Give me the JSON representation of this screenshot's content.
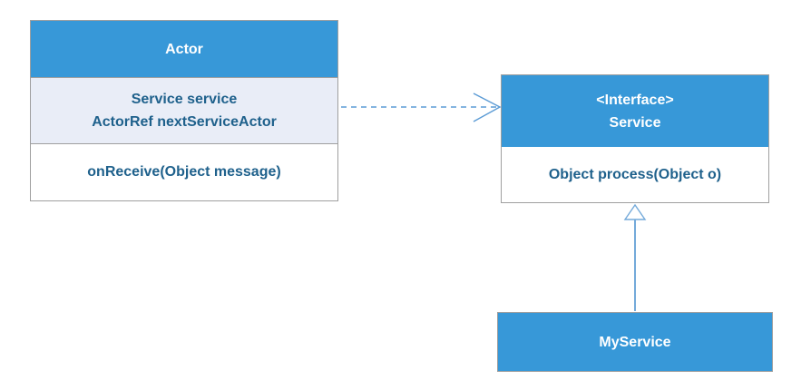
{
  "diagram": {
    "type": "uml-class-diagram",
    "colors": {
      "canvas_bg": "#ffffff",
      "header_fill": "#3798d8",
      "attr_fill": "#e9edf7",
      "border": "#9f9f9f",
      "title_text": "#ffffff",
      "member_text": "#1f618c",
      "connector": "#5b9bd5",
      "connector_light": "#74aada"
    },
    "classes": {
      "actor": {
        "title": "Actor",
        "attributes": [
          "Service service",
          "ActorRef nextServiceActor"
        ],
        "methods": [
          "onReceive(Object message)"
        ]
      },
      "service": {
        "stereotype": "<Interface>",
        "title": "Service",
        "methods": [
          "Object process(Object o)"
        ]
      },
      "myservice": {
        "title": "MyService"
      }
    },
    "relations": [
      {
        "type": "dependency",
        "from": "Actor",
        "to": "Service",
        "line_style": "dashed",
        "arrowhead": "open"
      },
      {
        "type": "realization",
        "from": "MyService",
        "to": "Service",
        "line_style": "solid",
        "arrowhead": "hollow-triangle"
      }
    ]
  }
}
